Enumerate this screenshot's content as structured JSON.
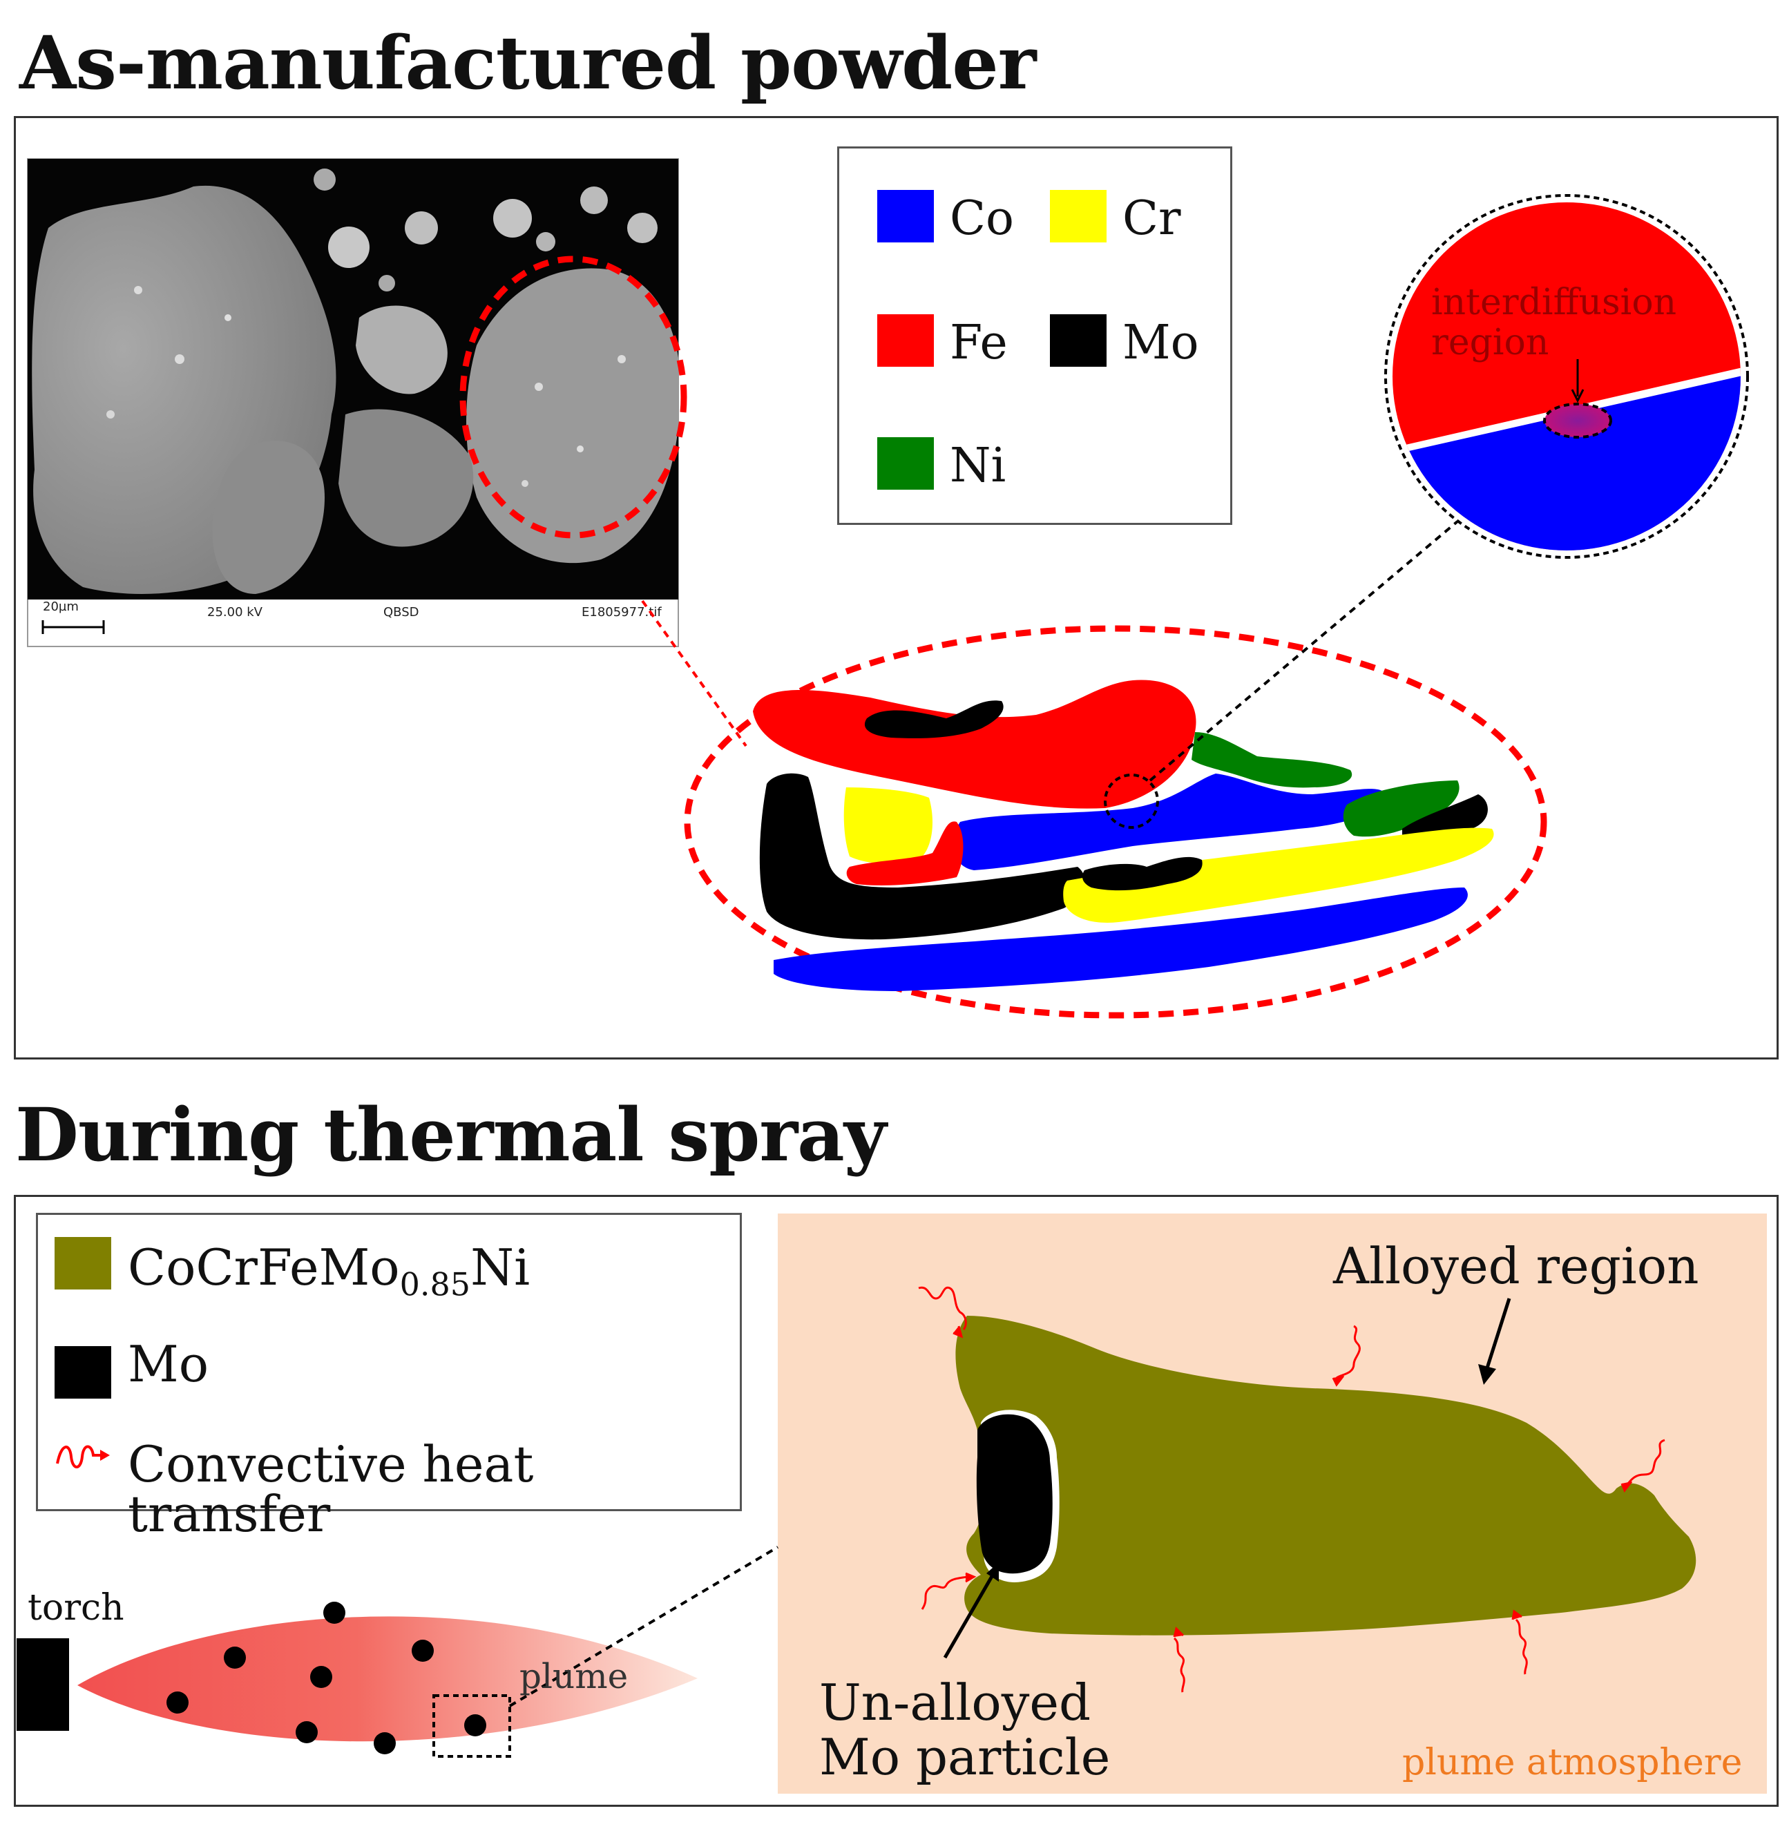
{
  "headings": {
    "top": "As-manufactured powder",
    "bottom": "During thermal spray"
  },
  "sem_image": {
    "scale_label": "20µm",
    "voltage": "25.00 kV",
    "detector": "QBSD",
    "file_id": "E1805977.tif"
  },
  "legend_top": [
    {
      "label": "Co",
      "color": "#0000ff"
    },
    {
      "label": "Cr",
      "color": "#ffff00"
    },
    {
      "label": "Fe",
      "color": "#ff0000"
    },
    {
      "label": "Mo",
      "color": "#000000"
    },
    {
      "label": "Ni",
      "color": "#008000"
    }
  ],
  "interdiffusion": {
    "line1": "interdiffusion",
    "line2": "region"
  },
  "legend_bottom": {
    "alloy_prefix": "CoCrFeMo",
    "alloy_subscript": "0.85",
    "alloy_suffix": "Ni",
    "alloy_color": "#808000",
    "mo_label": "Mo",
    "mo_color": "#000000",
    "heat_label": "Convective heat transfer",
    "heat_color": "#ff0000"
  },
  "labels": {
    "alloyed_region": "Alloyed region",
    "unalloyed_line1": "Un-alloyed",
    "unalloyed_line2": "Mo particle",
    "plume_atmosphere": "plume atmosphere",
    "torch": "torch",
    "plume": "plume"
  },
  "colors": {
    "plume_background": "#fcdcc4",
    "plume_gradient_start": "#f25050",
    "dashed_outline": "#ff0000"
  }
}
